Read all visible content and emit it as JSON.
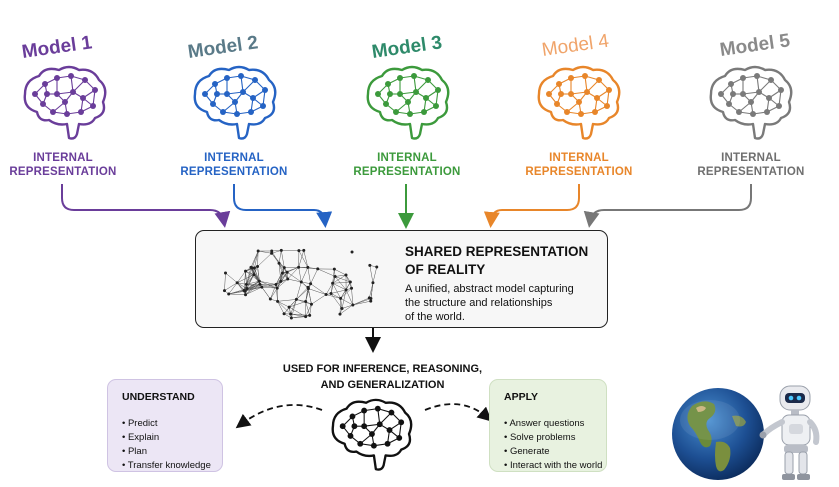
{
  "models": [
    {
      "title": "Model 1",
      "label_line1": "INTERNAL",
      "label_line2": "REPRESENTATION",
      "color": "#6a3d9a"
    },
    {
      "title": "Model 2",
      "label_line1": "INTERNAL",
      "label_line2": "REPRESENTATION",
      "color": "#2563c4"
    },
    {
      "title": "Model 3",
      "label_line1": "INTERNAL",
      "label_line2": "REPRESENTATION",
      "color": "#3c9a3c"
    },
    {
      "title": "Model 4",
      "label_line1": "INTERNAL",
      "label_line2": "REPRESENTATION",
      "color": "#e8862a"
    },
    {
      "title": "Model 5",
      "label_line1": "INTERNAL",
      "label_line2": "REPRESENTATION",
      "color": "#7a7a7a"
    }
  ],
  "shared": {
    "title_line1": "SHARED REPRESENTATION",
    "title_line2": "OF REALITY",
    "desc_line1": "A unified, abstract model capturing",
    "desc_line2": "the structure and relationships",
    "desc_line3": "of the world."
  },
  "usage": {
    "line1": "USED FOR INFERENCE, REASONING,",
    "line2": "AND GENERALIZATION"
  },
  "understand": {
    "title": "UNDERSTAND",
    "items": [
      "Predict",
      "Explain",
      "Plan",
      "Transfer knowledge"
    ],
    "bg_color": "#ece6f5"
  },
  "apply": {
    "title": "APPLY",
    "items": [
      "Answer questions",
      "Solve problems",
      "Generate",
      "Interact with the world"
    ],
    "bg_color": "#e8f2e0"
  },
  "icons": {
    "brain": "brain-network-icon",
    "network": "network-graph-icon",
    "globe": "globe-icon",
    "robot": "robot-icon"
  }
}
